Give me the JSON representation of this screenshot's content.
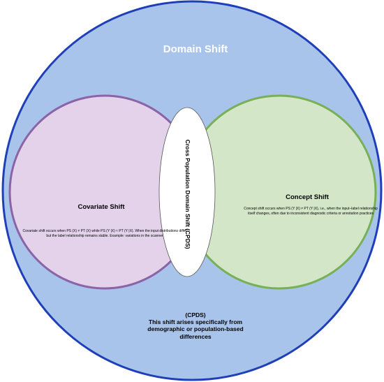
{
  "diagram": {
    "outer": {
      "label": "Domain Shift"
    },
    "covariate": {
      "title": "Covariate Shift",
      "description": "Covariate shift occurs when PS (X) ≠ PT (X) while PS (Y |X) ≈ PT (Y |X). When the input distributions differ but the label relationship remains stable. Example: variations in the scanner"
    },
    "concept": {
      "title": "Concept Shift",
      "description": "Concept shift occurs when PS (Y |X) ≠ PT (Y |X), i.e., when the input–label relationship itself changes, often due to inconsistent diagnostic criteria or annotation practices"
    },
    "intersection": {
      "label": "Cross Population Domain Shift (CPDS)"
    },
    "cpds_note": {
      "heading": "(CPDS)",
      "text": "This shift arises specifically from demographic or population-based differences"
    }
  },
  "colors": {
    "outer_fill": "#a8c4ea",
    "outer_stroke": "#1f3fb8",
    "covariate_fill": "#e3d2ea",
    "covariate_stroke": "#8b64a8",
    "concept_fill": "#d3e6c8",
    "concept_stroke": "#78b058",
    "intersection_fill": "#ffffff"
  }
}
